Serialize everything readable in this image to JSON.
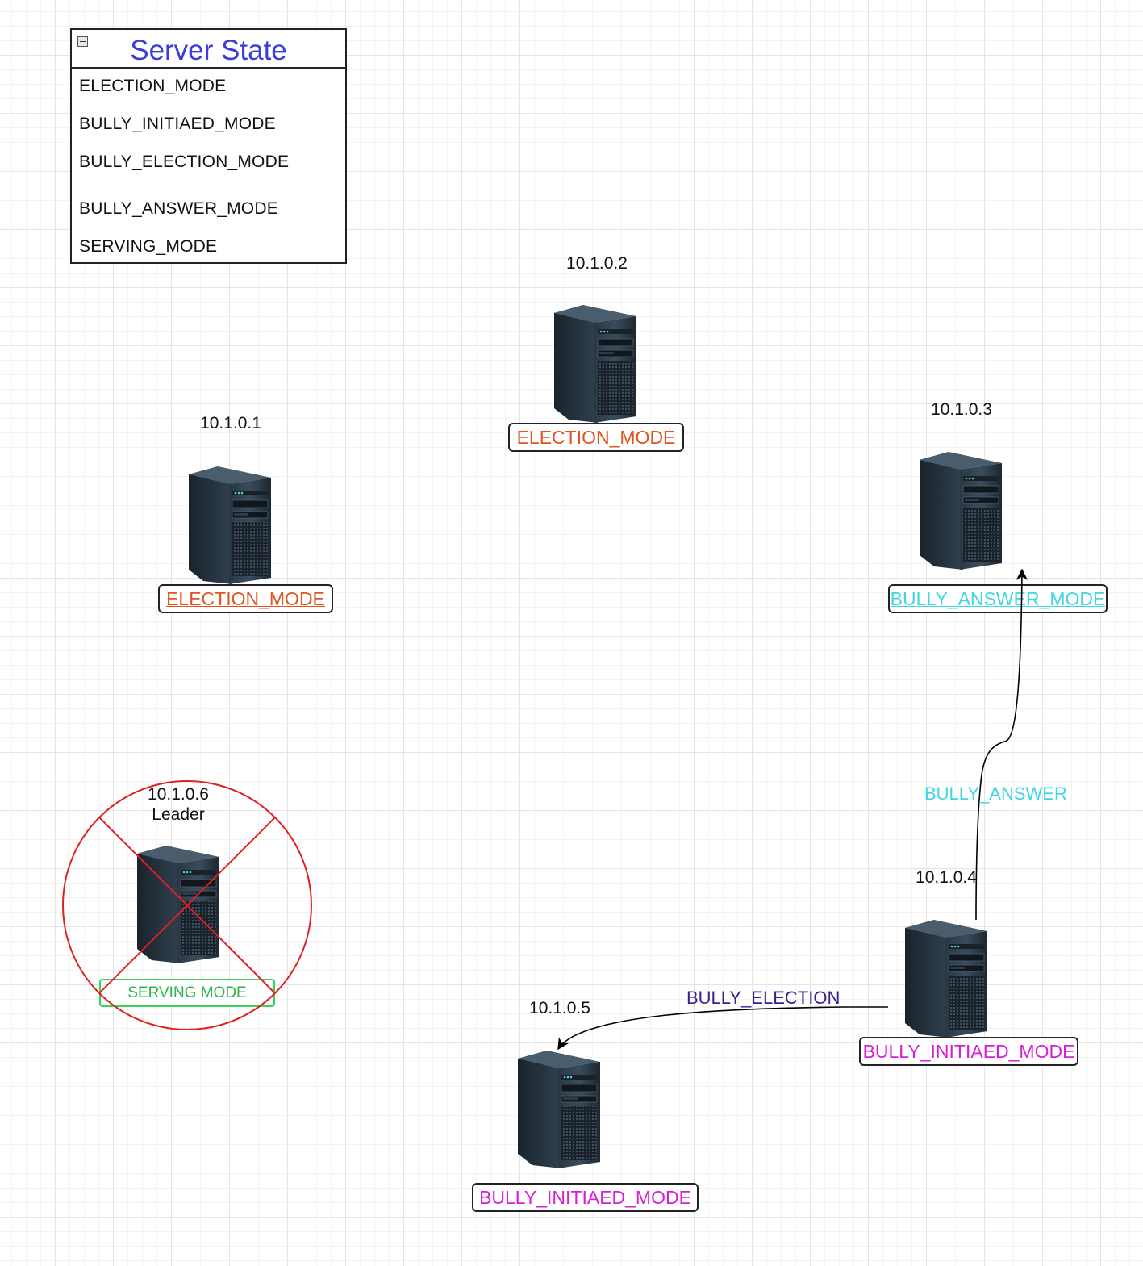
{
  "legend": {
    "title": "Server State",
    "items": [
      "ELECTION_MODE",
      "BULLY_INITIAED_MODE",
      "BULLY_ELECTION_MODE",
      "BULLY_ANSWER_MODE",
      "SERVING_MODE"
    ]
  },
  "nodes": [
    {
      "ip": "10.1.0.1",
      "state": "ELECTION_MODE"
    },
    {
      "ip": "10.1.0.2",
      "state": "ELECTION_MODE"
    },
    {
      "ip": "10.1.0.3",
      "state": "BULLY_ANSWER_MODE"
    },
    {
      "ip": "10.1.0.4",
      "state": "BULLY_INITIAED_MODE"
    },
    {
      "ip": "10.1.0.5",
      "state": "BULLY_INITIAED_MODE"
    },
    {
      "ip": "10.1.0.6",
      "role": "Leader",
      "state": "SERVING MODE"
    }
  ],
  "edges": [
    {
      "from": "10.1.0.4",
      "to": "10.1.0.5",
      "label": "BULLY_ELECTION"
    },
    {
      "from": "10.1.0.4",
      "to": "10.1.0.3",
      "label": "BULLY_ANSWER"
    }
  ],
  "colors": {
    "legend_title": "#3c3cdc",
    "election": "#e0541e",
    "initiated": "#d61ed6",
    "answer": "#3fd6e4",
    "serving": "#2ab34a",
    "election_message": "#3a1e8c",
    "failed_mark": "#e02020"
  }
}
